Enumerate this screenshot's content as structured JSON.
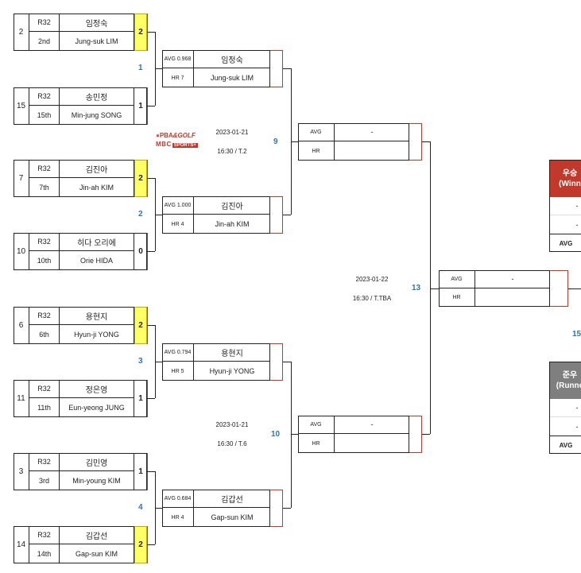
{
  "r32": [
    {
      "seed": "2",
      "round": "R32",
      "rank": "2nd",
      "name_ko": "임정숙",
      "name_en": "Jung-suk LIM",
      "score": "2",
      "winner": true
    },
    {
      "seed": "15",
      "round": "R32",
      "rank": "15th",
      "name_ko": "송민정",
      "name_en": "Min-jung SONG",
      "score": "1",
      "winner": false
    },
    {
      "seed": "7",
      "round": "R32",
      "rank": "7th",
      "name_ko": "김진아",
      "name_en": "Jin-ah KIM",
      "score": "2",
      "winner": true
    },
    {
      "seed": "10",
      "round": "R32",
      "rank": "10th",
      "name_ko": "히다 오리에",
      "name_en": "Orie HIDA",
      "score": "0",
      "winner": false
    },
    {
      "seed": "6",
      "round": "R32",
      "rank": "6th",
      "name_ko": "용현지",
      "name_en": "Hyun-ji YONG",
      "score": "2",
      "winner": true
    },
    {
      "seed": "11",
      "round": "R32",
      "rank": "11th",
      "name_ko": "정은영",
      "name_en": "Eun-yeong JUNG",
      "score": "1",
      "winner": false
    },
    {
      "seed": "3",
      "round": "R32",
      "rank": "3rd",
      "name_ko": "김민영",
      "name_en": "Min-young KIM",
      "score": "1",
      "winner": false
    },
    {
      "seed": "14",
      "round": "R32",
      "rank": "14th",
      "name_ko": "김갑선",
      "name_en": "Gap-sun KIM",
      "score": "2",
      "winner": true
    }
  ],
  "r16": [
    {
      "match_no": "1",
      "avg": "AVG 0.968",
      "hr": "HR 7",
      "name_ko": "임정숙",
      "name_en": "Jung-suk LIM"
    },
    {
      "match_no": "2",
      "avg": "AVG 1.000",
      "hr": "HR 4",
      "name_ko": "김진아",
      "name_en": "Jin-ah KIM"
    },
    {
      "match_no": "3",
      "avg": "AVG 0.794",
      "hr": "HR 5",
      "name_ko": "용현지",
      "name_en": "Hyun-ji YONG"
    },
    {
      "match_no": "4",
      "avg": "AVG 0.684",
      "hr": "HR 4",
      "name_ko": "김갑선",
      "name_en": "Gap-sun KIM"
    }
  ],
  "qf": [
    {
      "match_no": "9",
      "date": "2023-01-21",
      "time": "16:30 / T.2",
      "avg": "AVG",
      "hr": "HR",
      "name": "-"
    },
    {
      "match_no": "10",
      "date": "2023-01-21",
      "time": "16:30 / T.6",
      "avg": "AVG",
      "hr": "HR",
      "name": "-"
    }
  ],
  "sf": {
    "match_no": "13",
    "date": "2023-01-22",
    "time": "16:30 / T.TBA",
    "avg": "AVG",
    "hr": "HR",
    "name": "-"
  },
  "final": {
    "match_no": "15"
  },
  "winner_box": {
    "title_line1": "우승",
    "title_line2": "(Winn",
    "row1": "-",
    "row2": "-",
    "avg": "AVG"
  },
  "runner_box": {
    "title_line1": "준우",
    "title_line2": "(Runne",
    "row1": "-",
    "row2": "-",
    "avg": "AVG"
  },
  "sponsor": {
    "line1_a": "PBA",
    "line1_b": "&GOLF",
    "line2_a": "MBC",
    "line2_b": "SPORTS+"
  },
  "colors": {
    "winner_score": "#ffff66",
    "accent_red": "#c0392b",
    "match_blue": "#2e75b6",
    "runner_gray": "#7f7f7f"
  }
}
